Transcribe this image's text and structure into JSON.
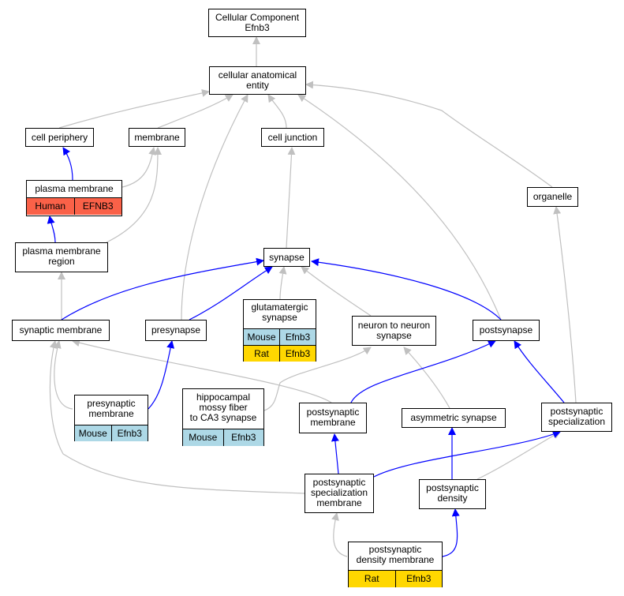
{
  "colors": {
    "edge_gray": "#c0c0c0",
    "edge_blue": "#0000ff",
    "human": "#fa6148",
    "mouse": "#add8e6",
    "rat": "#ffd700"
  },
  "nodes": {
    "cellular_component": {
      "label": "Cellular Component\nEfnb3"
    },
    "cellular_anatomical_entity": {
      "label": "cellular anatomical\nentity"
    },
    "cell_periphery": {
      "label": "cell periphery"
    },
    "membrane": {
      "label": "membrane"
    },
    "cell_junction": {
      "label": "cell junction"
    },
    "plasma_membrane": {
      "label": "plasma membrane",
      "rows": [
        {
          "species": "Human",
          "gene": "EFNB3",
          "color": "human"
        }
      ]
    },
    "organelle": {
      "label": "organelle"
    },
    "plasma_membrane_region": {
      "label": "plasma membrane\nregion"
    },
    "synapse": {
      "label": "synapse"
    },
    "glutamatergic_synapse": {
      "label": "glutamatergic\nsynapse",
      "rows": [
        {
          "species": "Mouse",
          "gene": "Efnb3",
          "color": "mouse"
        },
        {
          "species": "Rat",
          "gene": "Efnb3",
          "color": "rat"
        }
      ]
    },
    "synaptic_membrane": {
      "label": "synaptic membrane"
    },
    "presynapse": {
      "label": "presynapse"
    },
    "neuron_to_neuron_synapse": {
      "label": "neuron to neuron\nsynapse"
    },
    "postsynapse": {
      "label": "postsynapse"
    },
    "presynaptic_membrane": {
      "label": "presynaptic\nmembrane",
      "rows": [
        {
          "species": "Mouse",
          "gene": "Efnb3",
          "color": "mouse"
        }
      ]
    },
    "hippocampal_mossy_fiber": {
      "label": "hippocampal\nmossy fiber\nto CA3 synapse",
      "rows": [
        {
          "species": "Mouse",
          "gene": "Efnb3",
          "color": "mouse"
        }
      ]
    },
    "postsynaptic_membrane": {
      "label": "postsynaptic\nmembrane"
    },
    "asymmetric_synapse": {
      "label": "asymmetric synapse"
    },
    "postsynaptic_specialization": {
      "label": "postsynaptic\nspecialization"
    },
    "postsynaptic_specialization_membrane": {
      "label": "postsynaptic\nspecialization\nmembrane"
    },
    "postsynaptic_density": {
      "label": "postsynaptic\ndensity"
    },
    "postsynaptic_density_membrane": {
      "label": "postsynaptic\ndensity membrane",
      "rows": [
        {
          "species": "Rat",
          "gene": "Efnb3",
          "color": "rat"
        }
      ]
    }
  }
}
